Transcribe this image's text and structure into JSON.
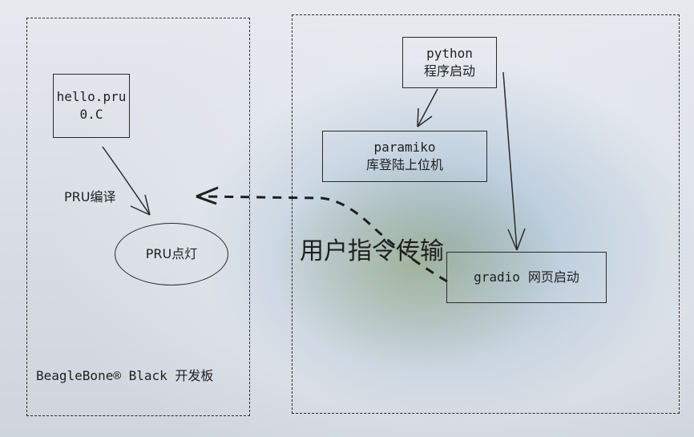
{
  "left_group": {
    "label": "BeagleBone® Black 开发板"
  },
  "right_group": {},
  "nodes": {
    "hello_pru": {
      "line1": "hello.pru",
      "line2": "0.C"
    },
    "pru_light": {
      "label": "PRU点灯"
    },
    "python": {
      "line1": "python",
      "line2": "程序启动"
    },
    "paramiko": {
      "line1": "paramiko",
      "line2": "库登陆上位机"
    },
    "gradio": {
      "line1": "gradio",
      "line2": "网页启动"
    }
  },
  "edges": {
    "compile": {
      "label": "PRU编译"
    },
    "user_command": {
      "label": "用户指令传输"
    }
  }
}
